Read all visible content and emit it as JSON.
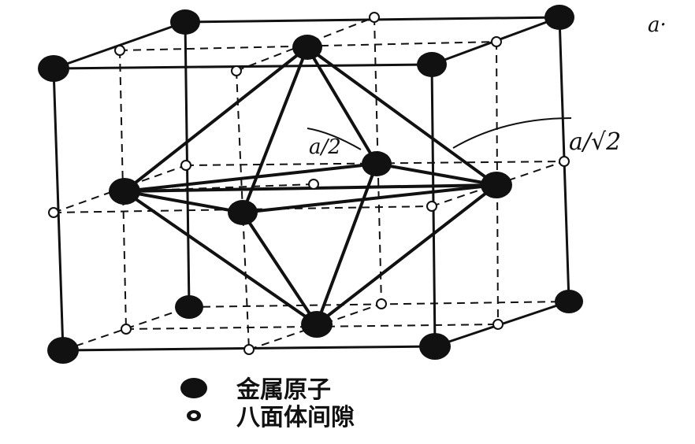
{
  "labels": {
    "corner_label": "a·",
    "half_label": "a/2",
    "diag_label": "a/√2"
  },
  "legend": {
    "metal_atom": "金属原子",
    "octahedral_void": "八面体间隙"
  },
  "colors": {
    "ink": "#111111",
    "background": "#ffffff"
  }
}
